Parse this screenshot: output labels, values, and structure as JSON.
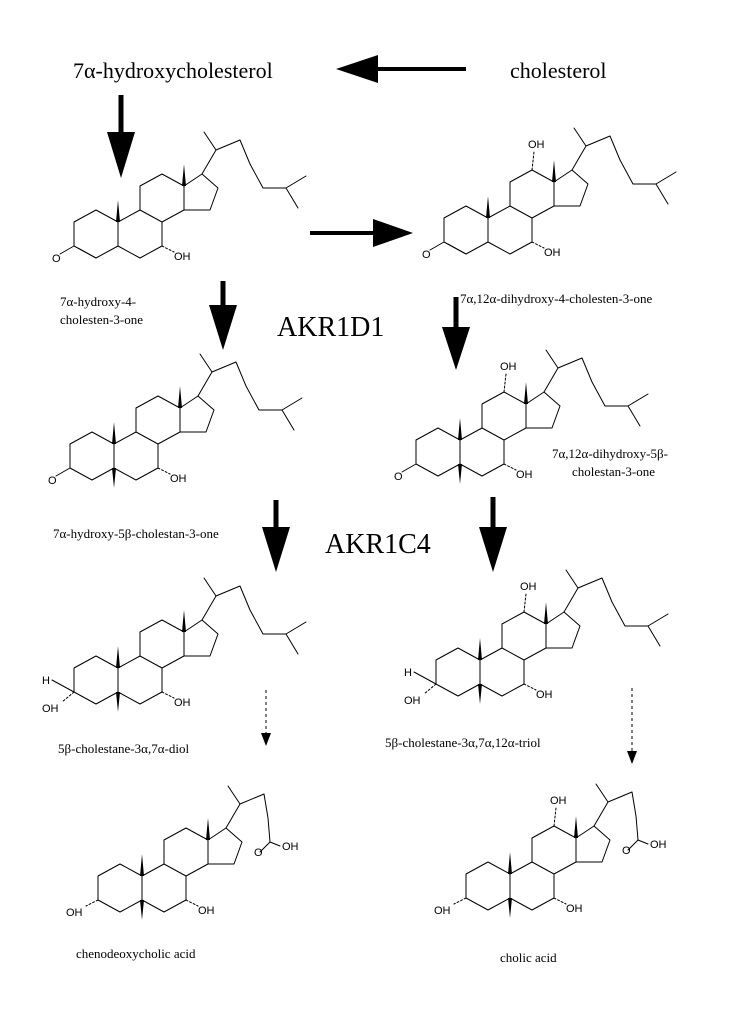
{
  "labels": {
    "hydroxycholesterol": "7α-hydroxycholesterol",
    "cholesterol": "cholesterol",
    "c1_line1": "7α-hydroxy-4-",
    "c1_line2": "cholesten-3-one",
    "c2": "7α,12α-dihydroxy-4-cholesten-3-one",
    "enzyme1": "AKR1D1",
    "c3": "7α-hydroxy-5β-cholestan-3-one",
    "c4_line1": "7α,12α-dihydroxy-5β-",
    "c4_line2": "cholestan-3-one",
    "enzyme2": "AKR1C4",
    "c5": "5β-cholestane-3α,7α-diol",
    "c6": "5β-cholestane-3α,7α,12α-triol",
    "c7": "chenodeoxycholic acid",
    "c8": "cholic acid"
  },
  "atoms": {
    "oxygen": "O",
    "hydroxyl": "OH",
    "hydrogen": "H"
  }
}
